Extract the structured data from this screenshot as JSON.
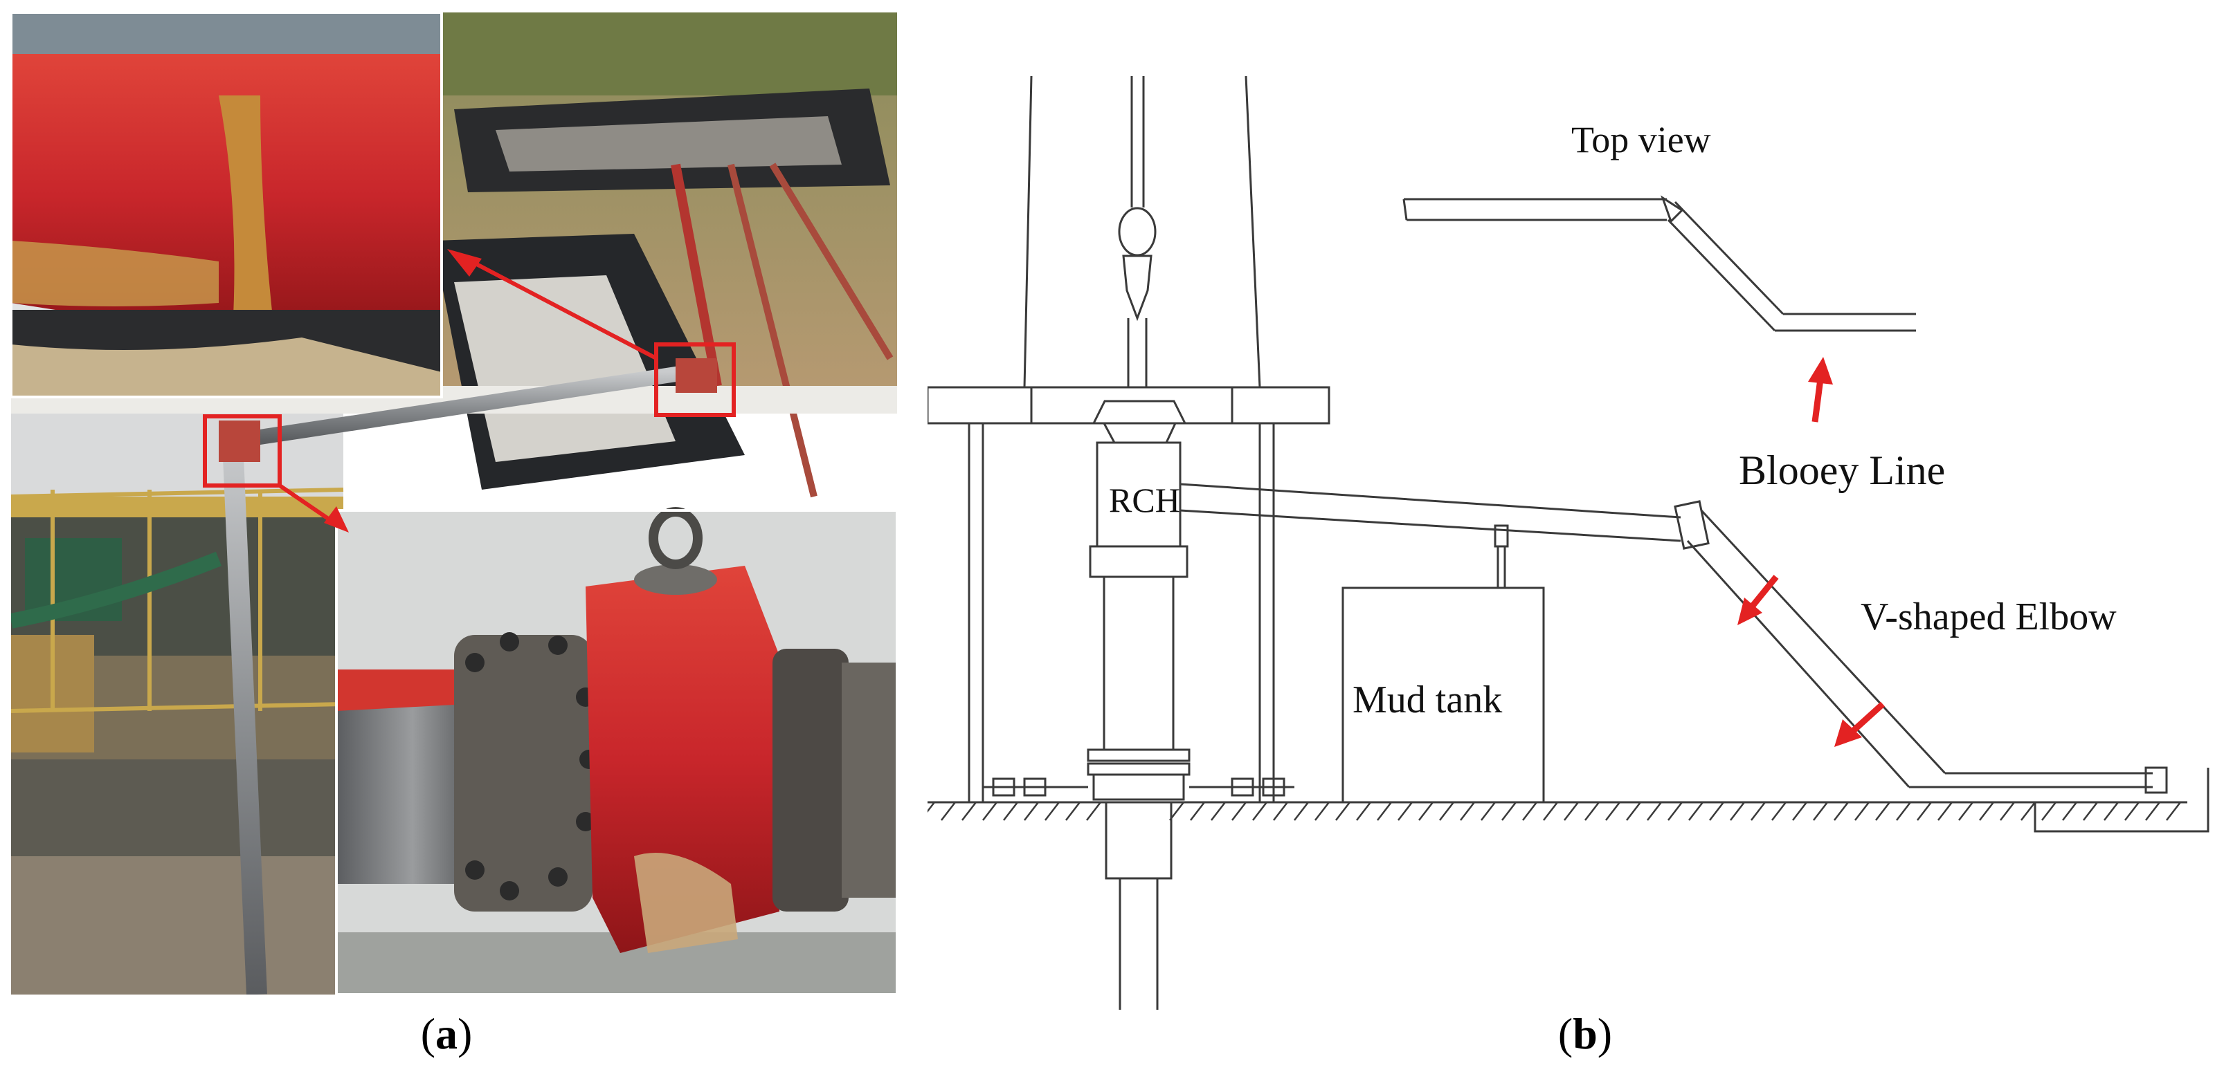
{
  "panel_a": {
    "caption_open": "(",
    "caption_letter": "a",
    "caption_close": ")"
  },
  "panel_b": {
    "caption_open": "(",
    "caption_letter": "b",
    "caption_close": ")",
    "labels": {
      "top_view": "Top view",
      "rch": "RCH",
      "blooey_line": "Blooey Line",
      "v_shaped_elbow": "V-shaped Elbow",
      "mud_tank": "Mud tank"
    }
  },
  "colors": {
    "annotation_red": "#e32222",
    "elbow_red": "#c8262b",
    "line_dark": "#3a3a3a"
  }
}
